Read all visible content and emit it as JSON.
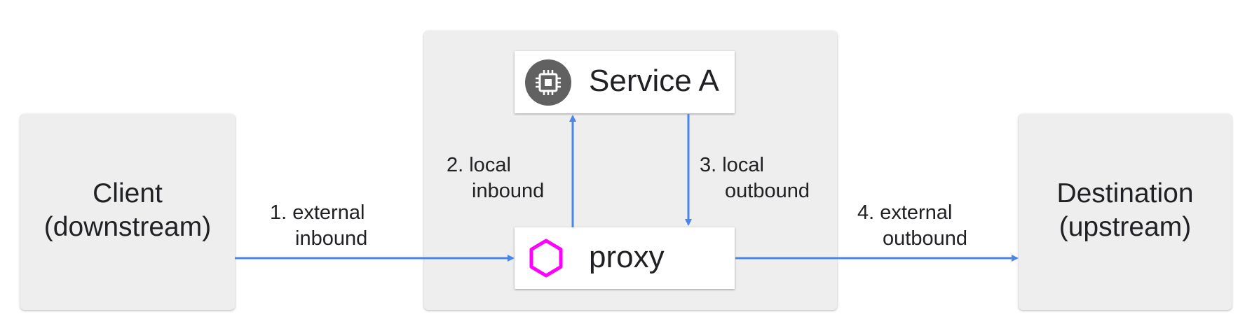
{
  "client": {
    "line1": "Client",
    "line2": "(downstream)"
  },
  "destination": {
    "line1": "Destination",
    "line2": "(upstream)"
  },
  "service": {
    "label": "Service A",
    "icon": "chip-icon"
  },
  "proxy": {
    "label": "proxy",
    "icon": "hexagon-icon"
  },
  "edges": {
    "external_inbound": {
      "line1": "1. external",
      "line2": "inbound"
    },
    "local_inbound": {
      "line1": "2. local",
      "line2": "inbound"
    },
    "local_outbound": {
      "line1": "3. local",
      "line2": "outbound"
    },
    "external_outbound": {
      "line1": "4. external",
      "line2": "outbound"
    }
  },
  "colors": {
    "arrow": "#4a86e8",
    "hexagon": "#ff00ff",
    "icon_bg": "#616161",
    "box_bg": "#eeeeee"
  }
}
